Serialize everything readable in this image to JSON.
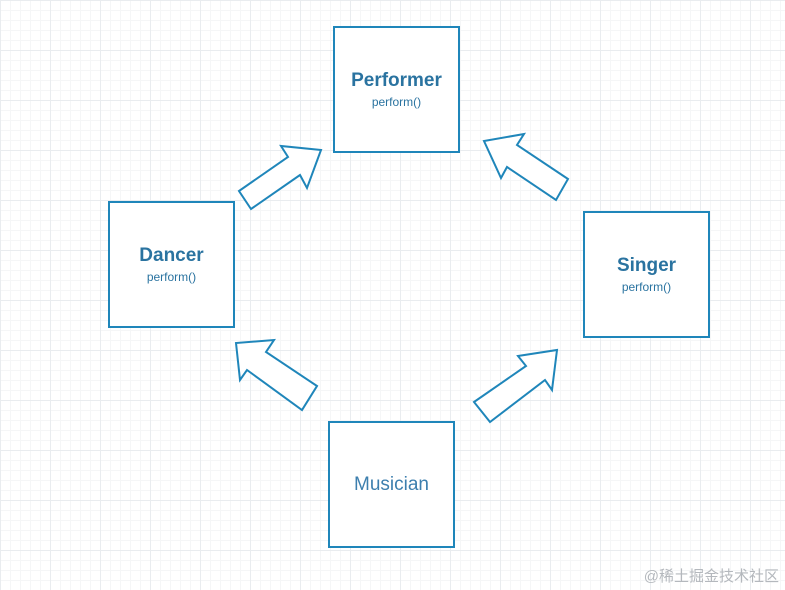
{
  "diagram": {
    "nodes": {
      "performer": {
        "title": "Performer",
        "method": "perform()"
      },
      "dancer": {
        "title": "Dancer",
        "method": "perform()"
      },
      "singer": {
        "title": "Singer",
        "method": "perform()"
      },
      "musician": {
        "title": "Musician"
      }
    },
    "edges": [
      {
        "from": "dancer",
        "to": "performer"
      },
      {
        "from": "singer",
        "to": "performer"
      },
      {
        "from": "musician",
        "to": "dancer"
      },
      {
        "from": "musician",
        "to": "singer"
      }
    ],
    "colors": {
      "border": "#1f86ba",
      "text": "#2a73a0",
      "grid": "#e9ecef"
    }
  },
  "watermark": "@稀土掘金技术社区"
}
